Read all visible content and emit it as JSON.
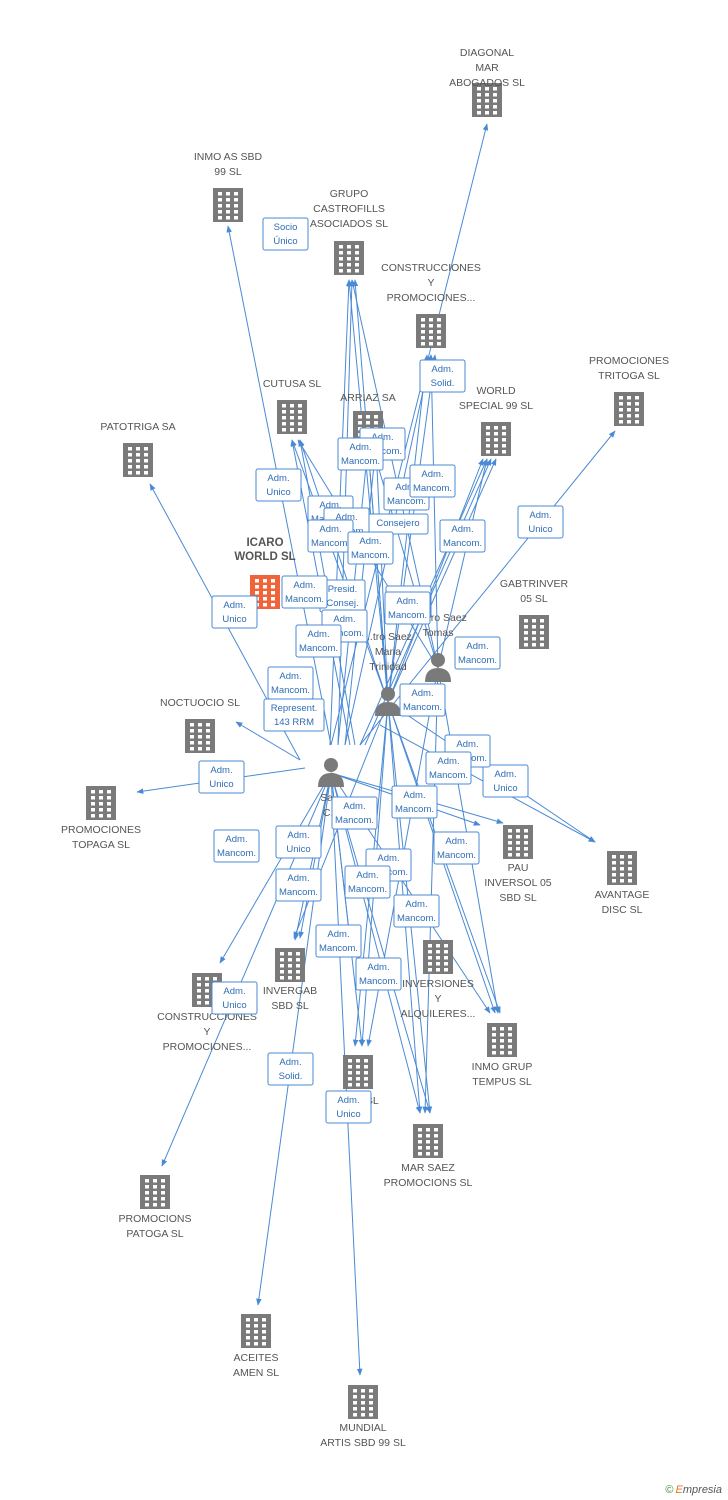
{
  "colors": {
    "edge": "#4a8ad4",
    "building": "#7a7a7a",
    "focus": "#f0643a",
    "person": "#7a7a7a",
    "badge_text": "#2f6db5"
  },
  "nodes": [
    {
      "id": "diagonal",
      "kind": "company",
      "lines": [
        "DIAGONAL",
        "MAR",
        "ABOGADOS SL"
      ]
    },
    {
      "id": "inmoas",
      "kind": "company",
      "lines": [
        "INMO AS SBD",
        "99 SL"
      ]
    },
    {
      "id": "grupo",
      "kind": "company",
      "lines": [
        "GRUPO",
        "CASTROFILLS",
        "ASOCIADOS SL"
      ]
    },
    {
      "id": "construcciones1",
      "kind": "company",
      "lines": [
        "CONSTRUCCIONES",
        "Y",
        "PROMOCIONES..."
      ]
    },
    {
      "id": "promotritoga",
      "kind": "company",
      "lines": [
        "PROMOCIONES",
        "TRITOGA SL"
      ]
    },
    {
      "id": "cutusa",
      "kind": "company",
      "lines": [
        "CUTUSA SL"
      ]
    },
    {
      "id": "arriaz",
      "kind": "company",
      "lines": [
        "ARRIAZ SA"
      ]
    },
    {
      "id": "worldspecial",
      "kind": "company",
      "lines": [
        "WORLD",
        "SPECIAL 99 SL"
      ]
    },
    {
      "id": "patotriga",
      "kind": "company",
      "lines": [
        "PATOTRIGA SA"
      ]
    },
    {
      "id": "icaro",
      "kind": "focus",
      "lines": [
        "ICARO",
        "WORLD SL"
      ]
    },
    {
      "id": "gabtrinver",
      "kind": "company",
      "lines": [
        "GABTRINVER",
        "05 SL"
      ]
    },
    {
      "id": "noctuocio",
      "kind": "company",
      "lines": [
        "NOCTUOCIO SL"
      ]
    },
    {
      "id": "promotopaga",
      "kind": "company",
      "lines": [
        "PROMOCIONES",
        "TOPAGA SL"
      ]
    },
    {
      "id": "pauinversol",
      "kind": "company",
      "lines": [
        "PAU",
        "INVERSOL 05",
        "SBD SL"
      ]
    },
    {
      "id": "avantage",
      "kind": "company",
      "lines": [
        "AVANTAGE",
        "DISC SL"
      ]
    },
    {
      "id": "invergab",
      "kind": "company",
      "lines": [
        "INVERGAB",
        "SBD SL"
      ]
    },
    {
      "id": "inversiones",
      "kind": "company",
      "lines": [
        "INVERSIONES",
        "Y",
        "ALQUILERES..."
      ]
    },
    {
      "id": "construcciones2",
      "kind": "company",
      "lines": [
        "CONSTRUCCIONES",
        "Y",
        "PROMOCIONES..."
      ]
    },
    {
      "id": "inmogrup",
      "kind": "company",
      "lines": [
        "INMO GRUP",
        "TEMPUS SL"
      ]
    },
    {
      "id": "t05",
      "kind": "company",
      "lines": [
        "T...05 SL"
      ]
    },
    {
      "id": "marsaez",
      "kind": "company",
      "lines": [
        "MAR SAEZ",
        "PROMOCIONS SL"
      ]
    },
    {
      "id": "promopatoga",
      "kind": "company",
      "lines": [
        "PROMOCIONS",
        "PATOGA SL"
      ]
    },
    {
      "id": "aceites",
      "kind": "company",
      "lines": [
        "ACEITES",
        "AMEN SL"
      ]
    },
    {
      "id": "mundial",
      "kind": "company",
      "lines": [
        "MUNDIAL",
        "ARTIS SBD 99 SL"
      ]
    },
    {
      "id": "castrotomas",
      "kind": "person",
      "lines": [
        "Castro Saez",
        "Tomas"
      ]
    },
    {
      "id": "castromaria",
      "kind": "person",
      "lines": [
        "...tro Saez",
        "Maria",
        "Trinidad"
      ]
    },
    {
      "id": "sa",
      "kind": "person",
      "lines": [
        "Sa...",
        "C..."
      ]
    }
  ],
  "badges": [
    {
      "lines": [
        "Socio",
        "Único"
      ]
    },
    {
      "lines": [
        "Adm.",
        "Solid."
      ]
    },
    {
      "lines": [
        "Adm.",
        "Mancom."
      ]
    },
    {
      "lines": [
        "Adm.",
        "Mancom."
      ]
    },
    {
      "lines": [
        "Adm.",
        "Mancom."
      ]
    },
    {
      "lines": [
        "Adm.",
        "Unico"
      ]
    },
    {
      "lines": [
        "Adm.",
        "Mancom."
      ]
    },
    {
      "lines": [
        "Adm.",
        "Mancom."
      ]
    },
    {
      "lines": [
        "Consejero"
      ]
    },
    {
      "lines": [
        "Adm.",
        "Mancom."
      ]
    },
    {
      "lines": [
        "Adm.",
        "Mancom."
      ]
    },
    {
      "lines": [
        "Adm.",
        "Mancom."
      ]
    },
    {
      "lines": [
        "Adm.",
        "Unico"
      ]
    },
    {
      "lines": [
        "Adm.",
        "Mancom."
      ]
    },
    {
      "lines": [
        "Presid.",
        "Consej."
      ]
    },
    {
      "lines": [
        "Adm.",
        "Mancom."
      ]
    },
    {
      "lines": [
        "Adm.",
        "Unico"
      ]
    },
    {
      "lines": [
        "Adm.",
        "Mancom."
      ]
    },
    {
      "lines": [
        "Adm.",
        "Mancom."
      ]
    },
    {
      "lines": [
        "Adm.",
        "Mancom."
      ]
    },
    {
      "lines": [
        "Adm.",
        "Mancom."
      ]
    },
    {
      "lines": [
        "Adm.",
        "Mancom."
      ]
    },
    {
      "lines": [
        "Represent.",
        "143 RRM"
      ]
    },
    {
      "lines": [
        "Adm.",
        "Mancom."
      ]
    },
    {
      "lines": [
        "Adm.",
        "Unico"
      ]
    },
    {
      "lines": [
        "Adm.",
        "Mancom."
      ]
    },
    {
      "lines": [
        "Adm.",
        "Unico"
      ]
    },
    {
      "lines": [
        "Adm.",
        "Mancom."
      ]
    },
    {
      "lines": [
        "Adm.",
        "Mancom."
      ]
    },
    {
      "lines": [
        "Adm.",
        "Mancom."
      ]
    },
    {
      "lines": [
        "Adm.",
        "Mancom."
      ]
    },
    {
      "lines": [
        "Adm.",
        "Unico"
      ]
    },
    {
      "lines": [
        "Adm.",
        "Mancom."
      ]
    },
    {
      "lines": [
        "Adm.",
        "Mancom."
      ]
    },
    {
      "lines": [
        "Adm.",
        "Mancom."
      ]
    },
    {
      "lines": [
        "Adm.",
        "Mancom."
      ]
    },
    {
      "lines": [
        "Adm.",
        "Mancom."
      ]
    },
    {
      "lines": [
        "Adm.",
        "Mancom."
      ]
    },
    {
      "lines": [
        "Adm.",
        "Mancom."
      ]
    },
    {
      "lines": [
        "Adm.",
        "Mancom."
      ]
    },
    {
      "lines": [
        "Adm.",
        "Unico"
      ]
    },
    {
      "lines": [
        "Adm.",
        "Solid."
      ]
    },
    {
      "lines": [
        "Adm.",
        "Unico"
      ]
    }
  ],
  "credit": {
    "symbol": "©",
    "brand_first": "E",
    "brand_rest": "mpresia"
  }
}
